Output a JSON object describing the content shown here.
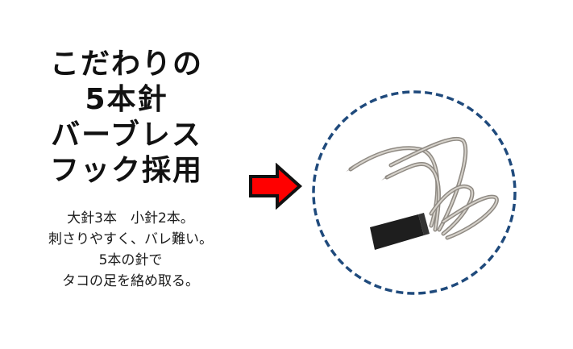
{
  "headline": {
    "lines": [
      "こだわりの",
      "5本針",
      "バーブレス",
      "フック採用"
    ]
  },
  "description": {
    "lines": [
      "大針3本　小針2本。",
      "刺さりやすく、バレ難い。",
      "5本の針で",
      "タコの足を絡め取る。"
    ]
  },
  "graphics": {
    "arrow_icon": "right-arrow",
    "product_image": "five-point-barbless-octopus-hook",
    "colors": {
      "arrow_fill": "#ff0000",
      "arrow_outline": "#111111",
      "circle_border": "#1f4a7c",
      "hook_metal": "#b8b4ad",
      "hook_sleeve": "#1e1e1e",
      "text": "#111111",
      "background": "#ffffff"
    }
  }
}
